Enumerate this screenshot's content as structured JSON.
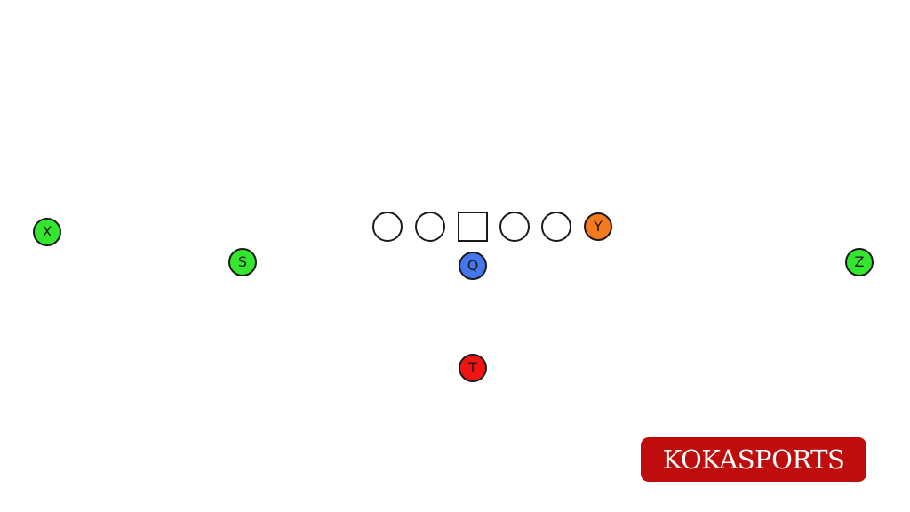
{
  "formation": {
    "players": [
      {
        "label": "X",
        "color": "#33e62e"
      },
      {
        "label": "S",
        "color": "#33e62e"
      },
      {
        "label": "Y",
        "color": "#f57a1f"
      },
      {
        "label": "Q",
        "color": "#4477ee"
      },
      {
        "label": "T",
        "color": "#f21414"
      },
      {
        "label": "Z",
        "color": "#33e62e"
      }
    ]
  },
  "brand": {
    "logo_text": "KOKASPORTS",
    "color": "#bf0d0d"
  }
}
